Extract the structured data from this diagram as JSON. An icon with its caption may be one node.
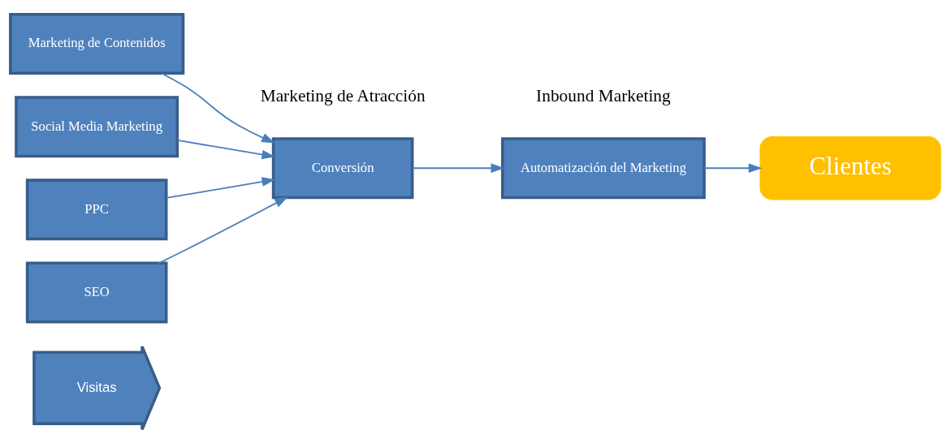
{
  "diagram": {
    "nodes": [
      {
        "text": [
          "Visitas"
        ]
      },
      {
        "text": [
          "Marketing de Contenidos"
        ]
      },
      {
        "text": [
          "Social Media Marketing"
        ]
      },
      {
        "text": [
          "PPC"
        ]
      },
      {
        "text": [
          "SEO"
        ]
      },
      {
        "text": [
          "Conversión"
        ]
      },
      {
        "text": [
          "Automatización del Marketing"
        ]
      },
      {
        "text": [
          "Clientes"
        ]
      }
    ],
    "edges": [
      {
        "from": 1,
        "to": 5,
        "arrow": "to"
      },
      {
        "from": 2,
        "to": 5,
        "arrow": "to"
      },
      {
        "from": 3,
        "to": 5,
        "arrow": "to"
      },
      {
        "from": 4,
        "to": 5,
        "arrow": "to"
      },
      {
        "from": 5,
        "to": 6,
        "arrow": "to"
      },
      {
        "from": 6,
        "to": 7,
        "arrow": "to"
      }
    ],
    "labels": [
      "Marketing de Atracción",
      "Inbound Marketing"
    ]
  }
}
